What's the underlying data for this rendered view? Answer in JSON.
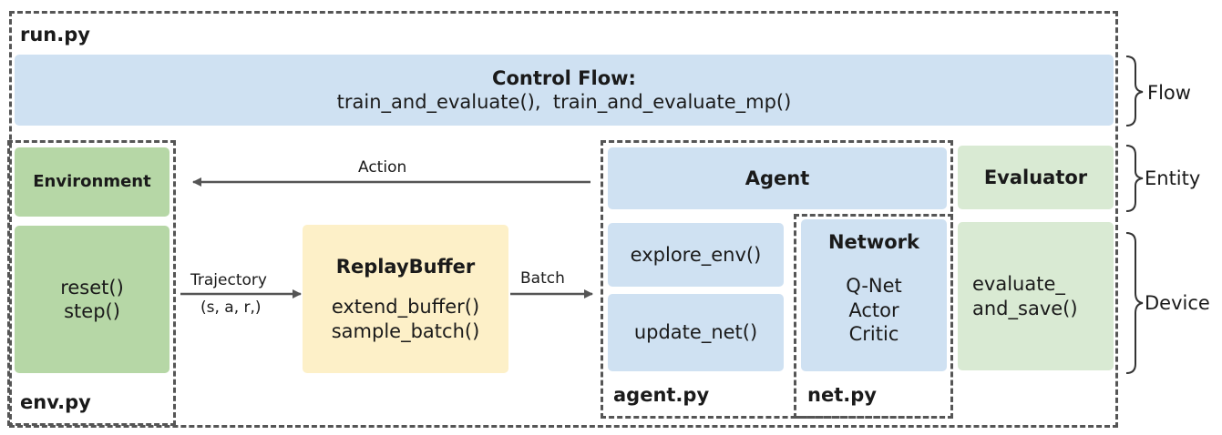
{
  "files": {
    "run": "run.py",
    "env": "env.py",
    "agent": "agent.py",
    "net": "net.py"
  },
  "control_flow": {
    "title": "Control Flow:",
    "functions": "train_and_evaluate(),  train_and_evaluate_mp()"
  },
  "environment": {
    "title": "Environment",
    "method1": "reset()",
    "method2": "step()"
  },
  "replay_buffer": {
    "title": "ReplayBuffer",
    "method1": "extend_buffer()",
    "method2": "sample_batch()"
  },
  "agent": {
    "title": "Agent",
    "method1": "explore_env()",
    "method2": "update_net()"
  },
  "network": {
    "title": "Network",
    "item1": "Q-Net",
    "item2": "Actor",
    "item3": "Critic"
  },
  "evaluator": {
    "title": "Evaluator",
    "method_line1": "evaluate_",
    "method_line2": "and_save()"
  },
  "arrows": {
    "action": "Action",
    "trajectory_line1": "Trajectory",
    "trajectory_line2": "(s, a, r,)",
    "batch": "Batch"
  },
  "layers": {
    "flow": "Flow",
    "entity": "Entity",
    "device": "Device"
  }
}
